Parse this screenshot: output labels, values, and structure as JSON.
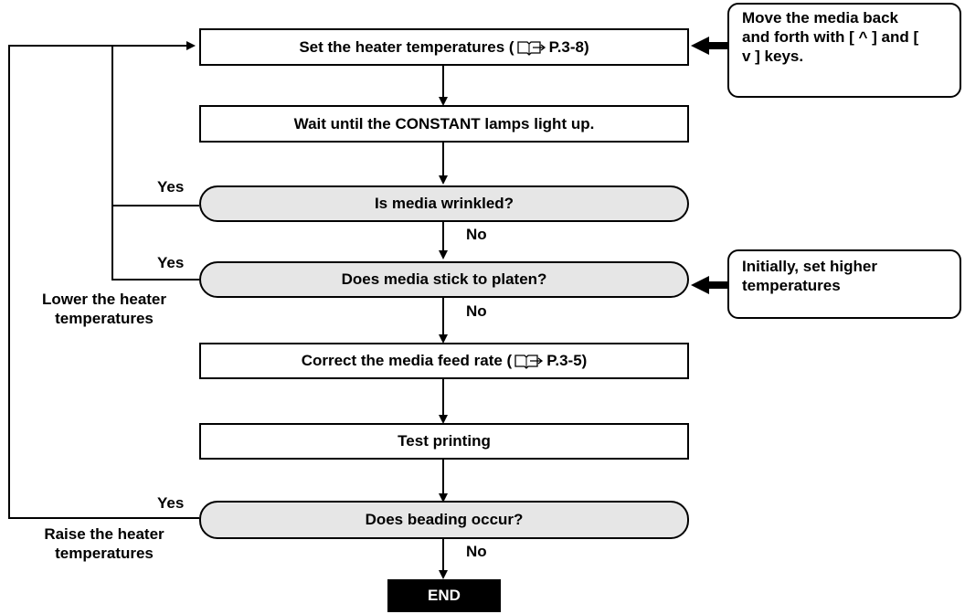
{
  "steps": {
    "set_heater": {
      "text": "Set the heater temperatures (",
      "ref": "P.3-8)"
    },
    "wait_constant": {
      "text": "Wait until the CONSTANT lamps light up."
    },
    "media_wrinkled": {
      "text": "Is media wrinkled?",
      "yes": "Yes",
      "no": "No"
    },
    "media_stick": {
      "text": "Does media stick to platen?",
      "yes": "Yes",
      "no": "No"
    },
    "correct_feed": {
      "text": "Correct the media feed rate (",
      "ref": "P.3-5)"
    },
    "test_printing": {
      "text": "Test printing"
    },
    "beading": {
      "text": "Does beading occur?",
      "yes": "Yes",
      "no": "No"
    },
    "end": {
      "text": "END"
    }
  },
  "side_labels": {
    "lower": [
      "Lower the heater",
      "temperatures"
    ],
    "raise": [
      "Raise the heater",
      "temperatures"
    ]
  },
  "notes": {
    "move_media": [
      "Move the media back",
      "and forth with [ ^ ] and [",
      "v ] keys."
    ],
    "initially_higher": [
      "Initially, set higher",
      "temperatures"
    ]
  },
  "icons": {
    "reference": "book-pointing-hand-icon"
  }
}
